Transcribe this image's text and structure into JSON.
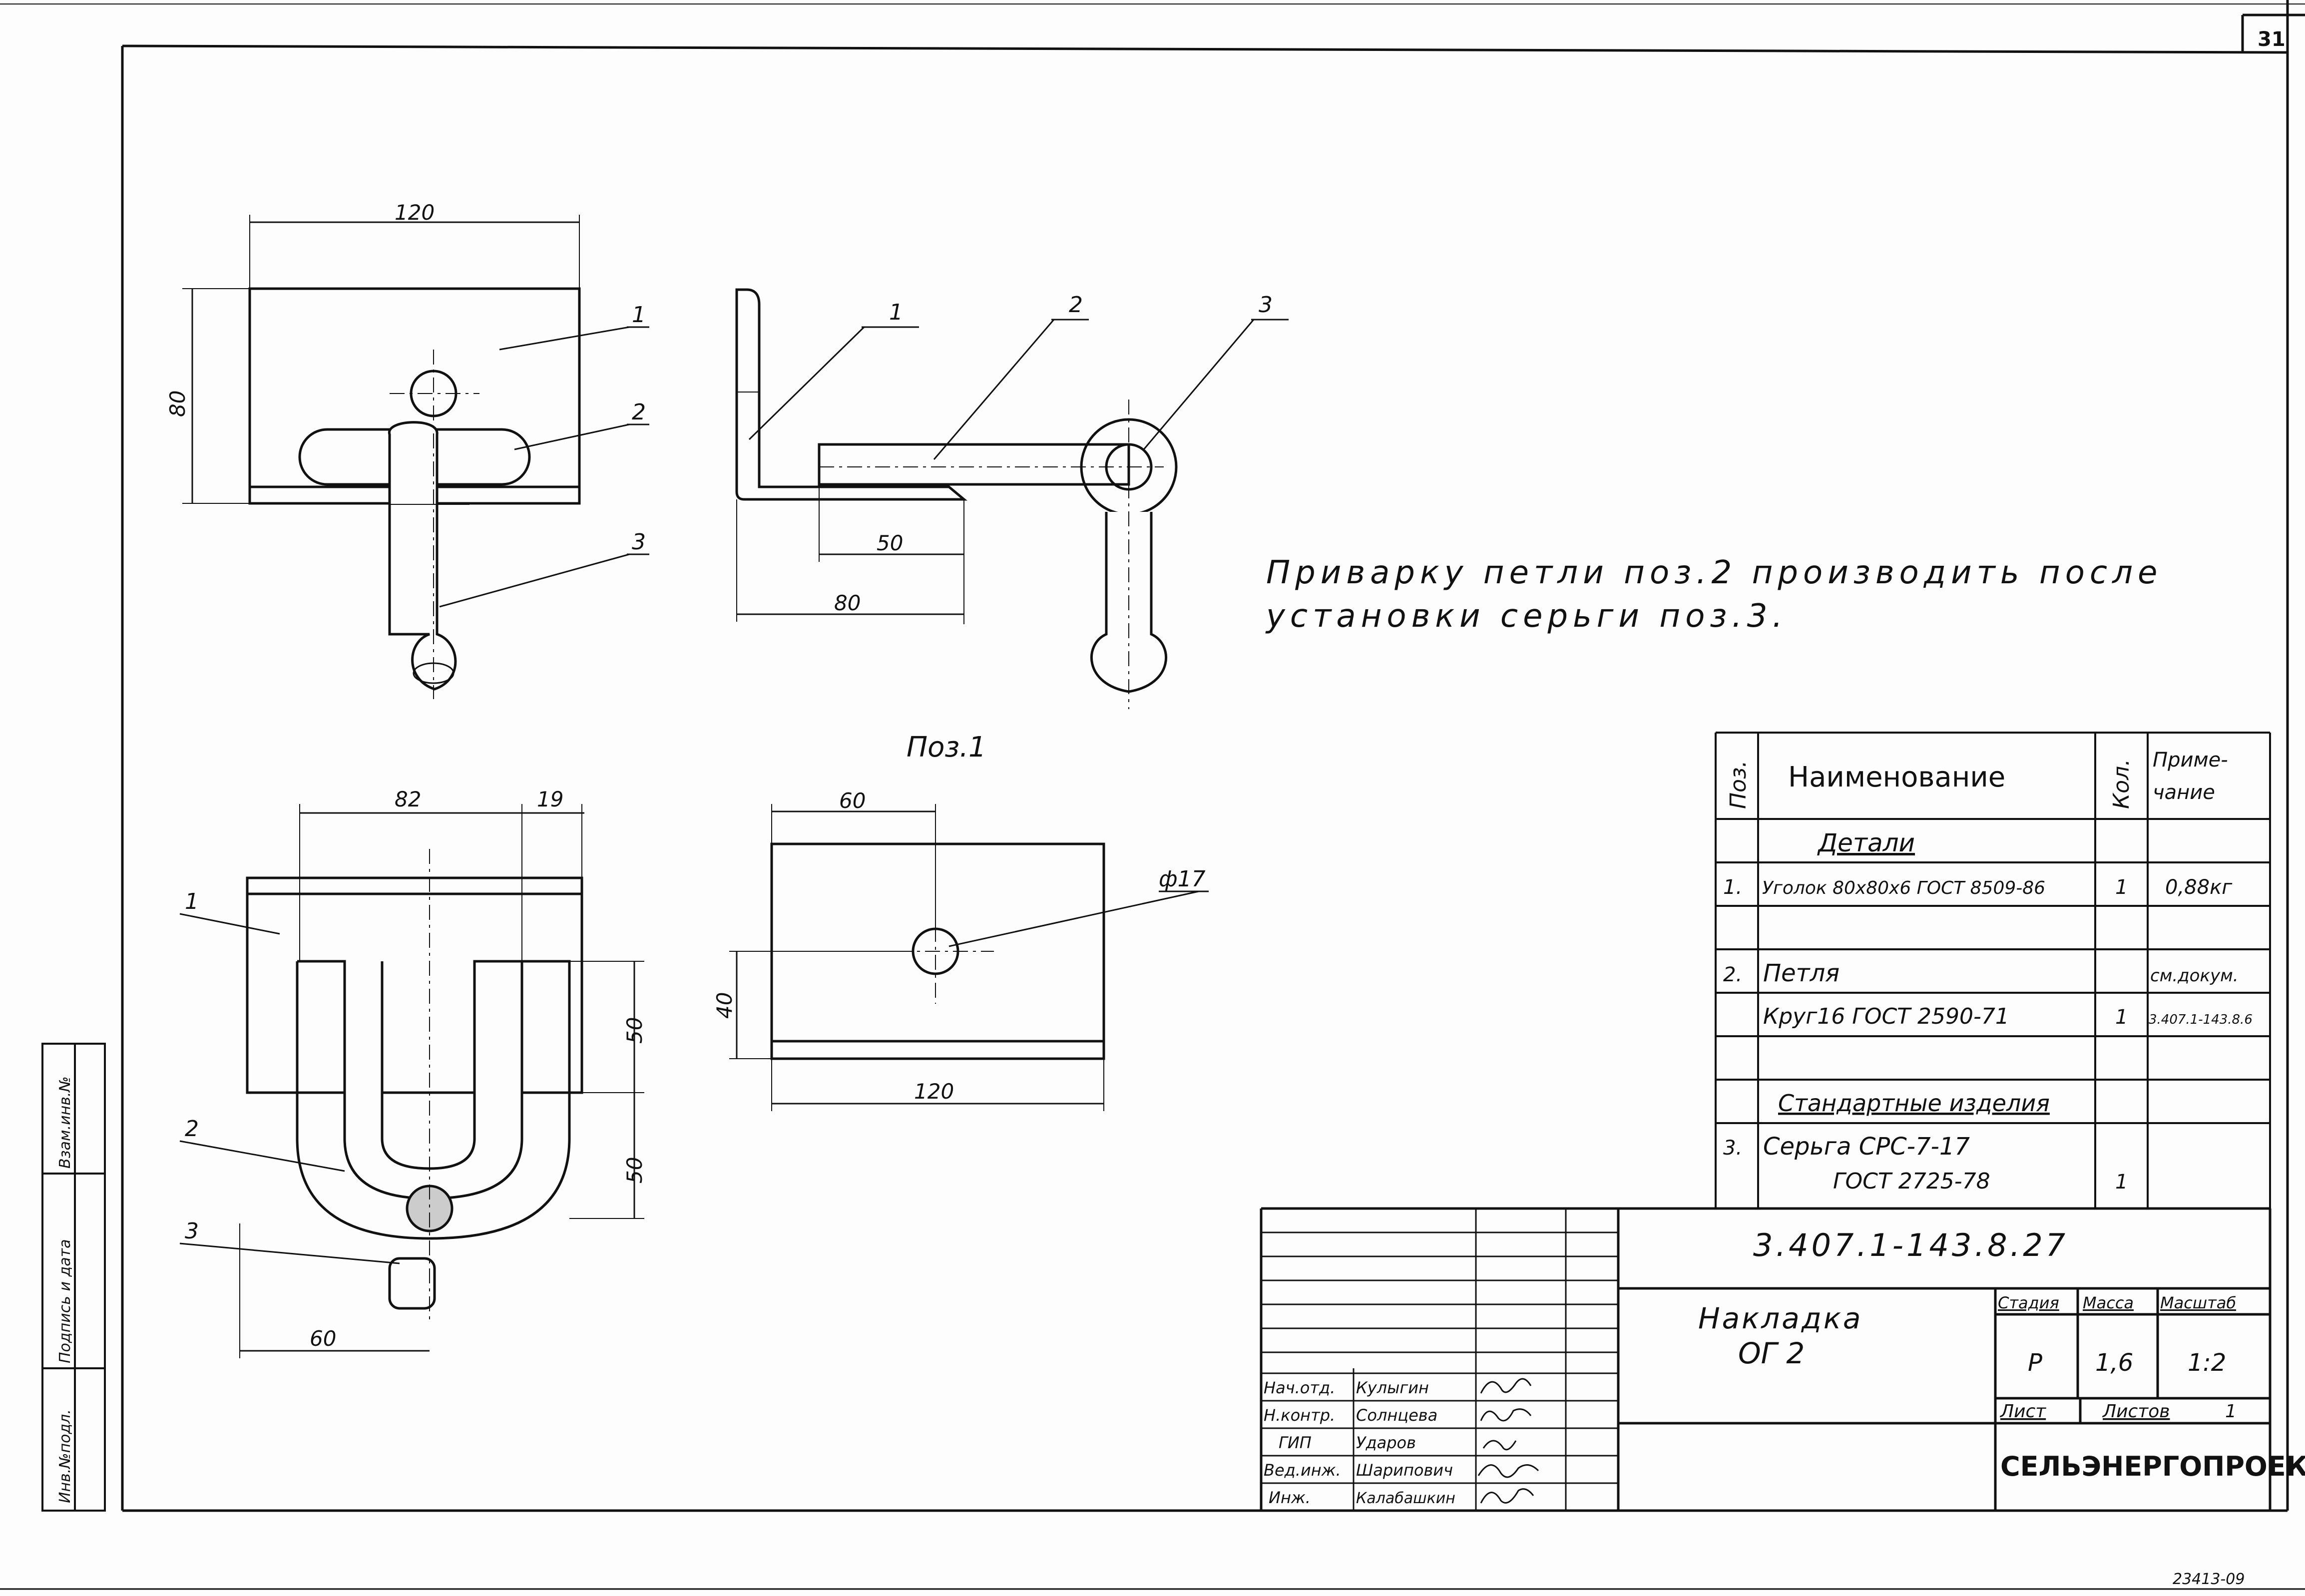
{
  "sheet": {
    "number": "31",
    "footer_code": "23413-09",
    "note": [
      "Приварку петли поз.2 производить после",
      "установки серьги поз.3."
    ],
    "pos1_label": "Поз.1",
    "colors": {
      "ink": "#111111",
      "paper": "#fdfdfd"
    }
  },
  "views": {
    "top_left": {
      "dim_width": "120",
      "dim_height": "80",
      "callouts": [
        "1",
        "2",
        "3"
      ]
    },
    "top_mid": {
      "dim_50": "50",
      "dim_80": "80",
      "callouts": [
        "1",
        "2",
        "3"
      ]
    },
    "bottom_left": {
      "dim_82": "82",
      "dim_19": "19",
      "dim_50a": "50",
      "dim_50b": "50",
      "dim_60": "60",
      "callouts": [
        "1",
        "2",
        "3"
      ]
    },
    "pos1": {
      "dim_60": "60",
      "dim_40": "40",
      "dim_120": "120",
      "hole": "ф17"
    }
  },
  "spec_table": {
    "headers": {
      "pos": "Поз.",
      "name": "Наименование",
      "qty": "Кол.",
      "note": "Приме-\nчание"
    },
    "section_details": "Детали",
    "section_standard": "Стандартные изделия",
    "rows": [
      {
        "pos": "1.",
        "name": "Уголок 80x80x6 ГОСТ 8509-86",
        "qty": "1",
        "note": "0,88кг"
      },
      {
        "pos": "2.",
        "name": "Петля",
        "qty": "",
        "note": "см.докум."
      },
      {
        "pos": "",
        "name": "Круг16 ГОСТ 2590-71",
        "qty": "1",
        "note": "3.407.1-143.8.6"
      },
      {
        "pos": "3.",
        "name": "Серьга СРС-7-17",
        "qty": "",
        "note": ""
      },
      {
        "pos": "",
        "name": "ГОСТ 2725-78",
        "qty": "1",
        "note": ""
      }
    ]
  },
  "title_block": {
    "doc_code": "3.407.1-143.8.27",
    "item_name": "Накладка",
    "item_mark": "ОГ 2",
    "labels": {
      "stage": "Стадия",
      "mass": "Масса",
      "scale": "Масштаб",
      "sheet": "Лист",
      "sheets": "Листов"
    },
    "values": {
      "stage": "Р",
      "mass": "1,6",
      "scale": "1:2",
      "sheets": "1"
    },
    "organization": "СЕЛЬЭНЕРГОПРОЕКТ",
    "people": [
      {
        "role": "Нач.отд.",
        "name": "Кулыгин"
      },
      {
        "role": "Н.контр.",
        "name": "Солнцева"
      },
      {
        "role": "ГИП",
        "name": "Ударов"
      },
      {
        "role": "Вед.инж.",
        "name": "Шарипович"
      },
      {
        "role": "Инж.",
        "name": "Калабашкин"
      }
    ]
  },
  "side_stamp": [
    "Инв.№подл.",
    "Подпись и дата",
    "Взам.инв.№"
  ]
}
